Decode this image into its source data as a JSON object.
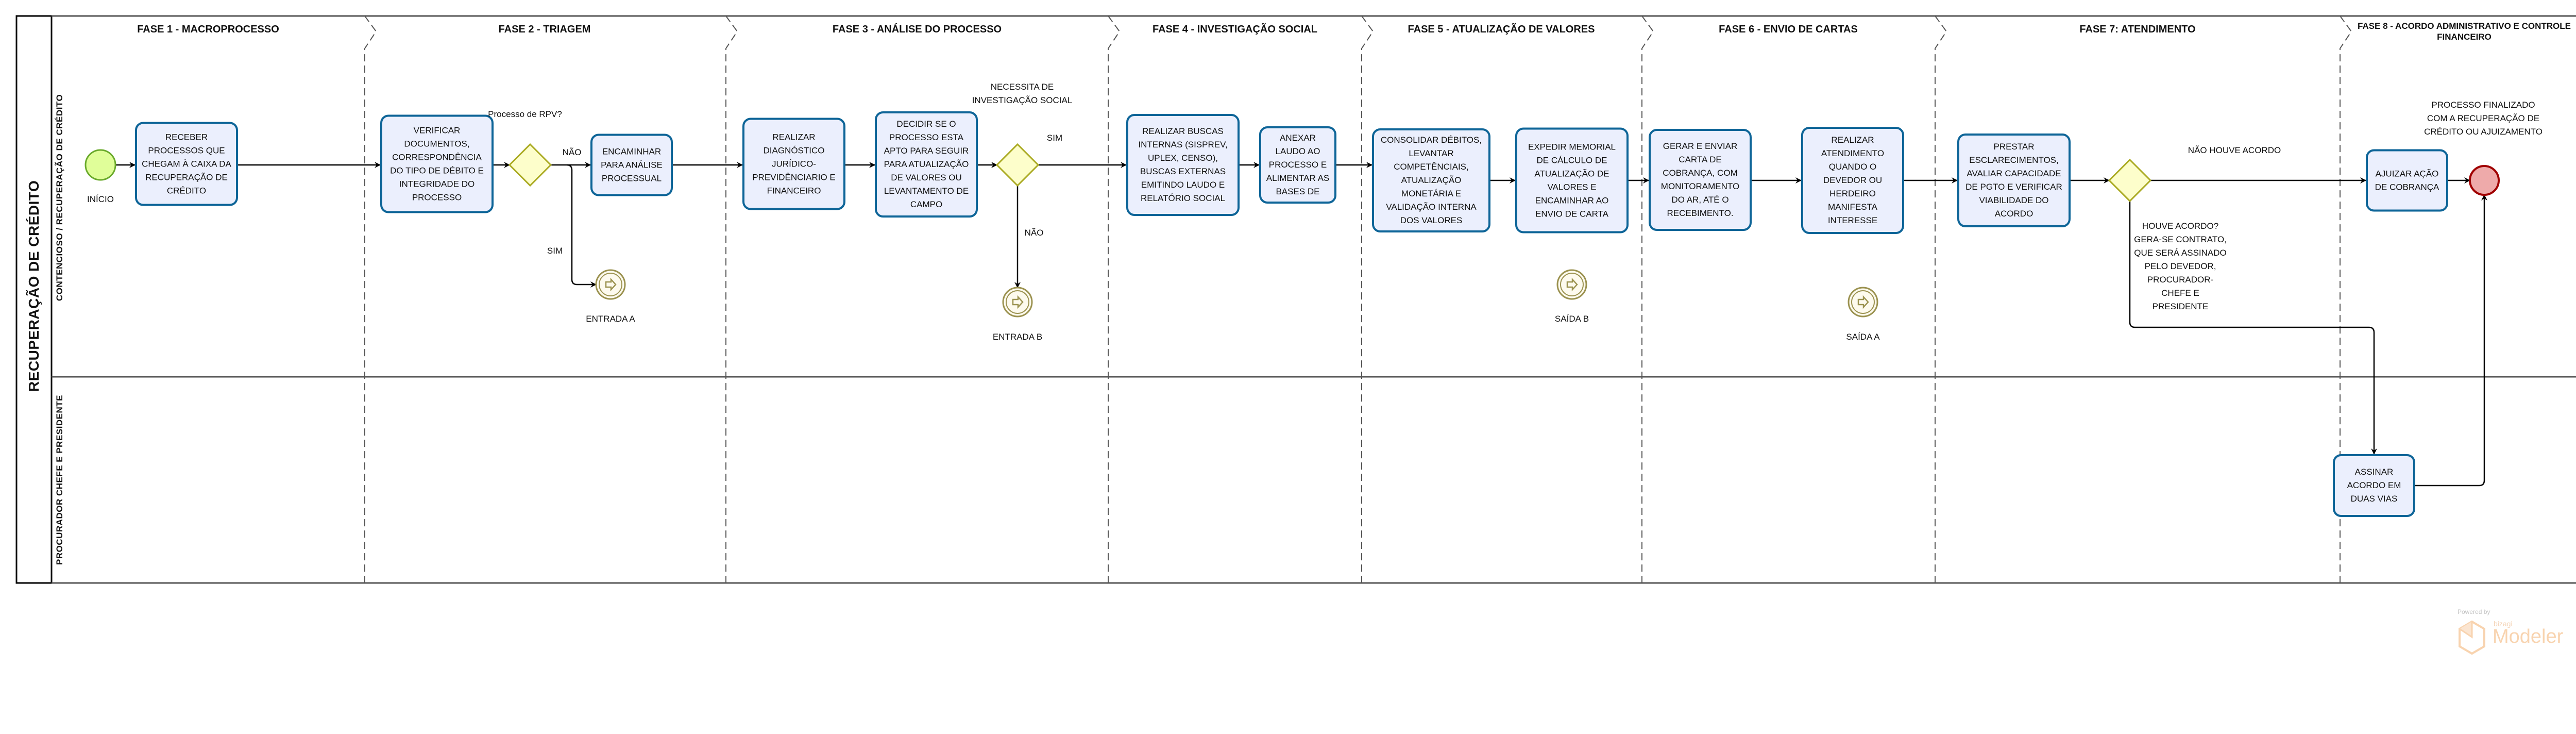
{
  "pool": {
    "title": "RECUPERAÇÃO DE CRÉDITO"
  },
  "lanes": [
    {
      "label": "CONTENCIOSO / RECUPERAÇÃO DE CRÉDITO"
    },
    {
      "label": "PROCURADOR CHEFE E PRESIDENTE"
    }
  ],
  "phases": [
    {
      "label": "FASE 1 - MACROPROCESSO"
    },
    {
      "label": "FASE 2 - TRIAGEM"
    },
    {
      "label": "FASE 3 - ANÁLISE DO PROCESSO"
    },
    {
      "label": "FASE 4 - INVESTIGAÇÃO SOCIAL"
    },
    {
      "label": "FASE 5 - ATUALIZAÇÃO DE VALORES"
    },
    {
      "label": "FASE 6 - ENVIO DE CARTAS"
    },
    {
      "label": "FASE 7: ATENDIMENTO"
    },
    {
      "label": "FASE 8 - ACORDO ADMINISTRATIVO E CONTROLE FINANCEIRO"
    }
  ],
  "tasks": [
    {
      "label": "RECEBER PROCESSOS QUE CHEGAM À CAIXA DA RECUPERAÇÃO DE CRÉDITO"
    },
    {
      "label": "VERIFICAR DOCUMENTOS, CORRESPONDÊNCIA DO TIPO DE DÉBITO E INTEGRIDADE DO PROCESSO"
    },
    {
      "label": "ENCAMINHAR PARA ANÁLISE PROCESSUAL"
    },
    {
      "label": "REALIZAR DIAGNÓSTICO JURÍDICO-PREVIDÊNCIARIO E FINANCEIRO"
    },
    {
      "label": "DECIDIR SE O PROCESSO ESTA APTO PARA SEGUIR PARA ATUALIZAÇÃO DE VALORES OU LEVANTAMENTO DE CAMPO"
    },
    {
      "label": "REALIZAR BUSCAS INTERNAS (SISPREV, UPLEX, CENSO), BUSCAS EXTERNAS EMITINDO LAUDO E RELATÓRIO SOCIAL"
    },
    {
      "label": "ANEXAR LAUDO AO PROCESSO E ALIMENTAR AS BASES DE"
    },
    {
      "label": "CONSOLIDAR DÉBITOS, LEVANTAR COMPETÊNCIAIS, ATUALIZAÇÃO MONETÁRIA E VALIDAÇÃO INTERNA DOS VALORES"
    },
    {
      "label": "EXPEDIR MEMORIAL DE CÁLCULO DE ATUALIZAÇÃO DE VALORES E ENCAMINHAR AO ENVIO DE CARTA"
    },
    {
      "label": "GERAR E ENVIAR CARTA DE COBRANÇA, COM MONITORAMENTO DO AR, ATÉ O RECEBIMENTO."
    },
    {
      "label": "REALIZAR ATENDIMENTO QUANDO O DEVEDOR OU HERDEIRO MANIFESTA INTERESSE"
    },
    {
      "label": "PRESTAR ESCLARECIMENTOS, AVALIAR CAPACIDADE DE PGTO E VERIFICAR VIABILIDADE DO ACORDO"
    },
    {
      "label": "AJUIZAR AÇÃO DE COBRANÇA"
    },
    {
      "label": "ASSINAR ACORDO EM DUAS VIAS"
    }
  ],
  "events": {
    "start": "INÍCIO",
    "entrada_a": "ENTRADA A",
    "entrada_b": "ENTRADA B",
    "saida_b": "SAÍDA B",
    "saida_a": "SAÍDA A",
    "end": "PROCESSO FINALIZADO COM A RECUPERAÇÃO DE CRÉDITO OU AJUIZAMENTO"
  },
  "gateways": {
    "rpv": "Processo de RPV?",
    "investigacao": "NECESSITA DE INVESTIGAÇÃO SOCIAL",
    "acordo": "HOUVE ACORDO? GERA-SE CONTRATO, QUE SERÁ ASSINADO PELO DEVEDOR, PROCURADOR-CHEFE E PRESIDENTE"
  },
  "flow_labels": {
    "rpv_nao": "NÃO",
    "rpv_sim": "SIM",
    "inv_sim": "SIM",
    "inv_nao": "NÃO",
    "acordo_nao": "NÃO HOUVE ACORDO"
  },
  "logo": {
    "powered": "Powered by",
    "brand": "bizagi",
    "product": "Modeler"
  },
  "colors": {
    "task_fill": "#ebeffd",
    "task_border": "#0e6598",
    "start_fill": "#e0fe99",
    "start_border": "#6aaa2c",
    "end_fill": "#eeaaaa",
    "end_border": "#a00000",
    "gateway_fill": "#fdfecb",
    "gateway_border": "#aaaa22",
    "link_fill": "#fdfaee",
    "link_border": "#9b9250"
  }
}
